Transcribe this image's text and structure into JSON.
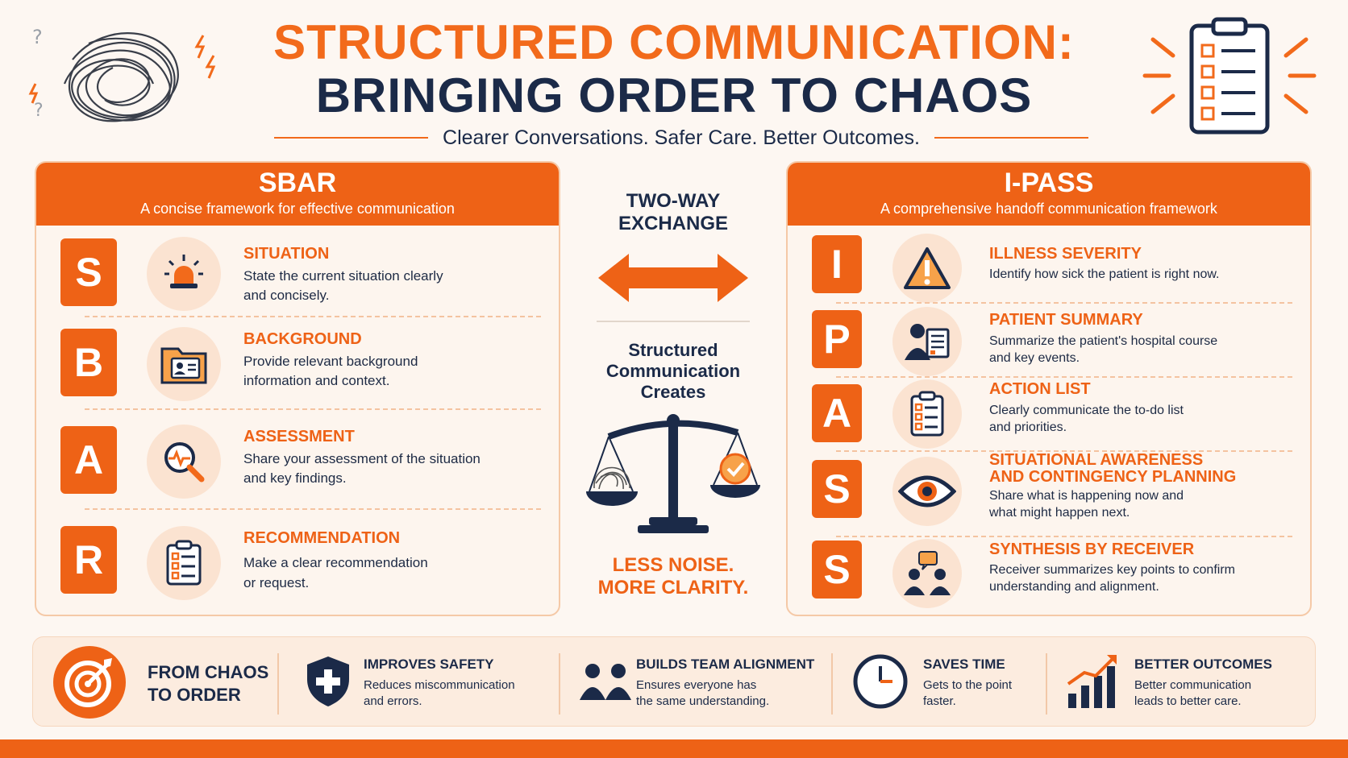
{
  "header": {
    "title_line1": "STRUCTURED COMMUNICATION:",
    "title_line2": "BRINGING ORDER TO CHAOS",
    "subtitle": "Clearer Conversations. Safer Care. Better Outcomes."
  },
  "colors": {
    "accent": "#ee6216",
    "navy": "#1b2a48",
    "background": "#fdf7f2"
  },
  "sbar": {
    "title": "SBAR",
    "subtitle": "A concise framework for effective communication",
    "items": [
      {
        "letter": "S",
        "icon": "siren-icon",
        "title": "SITUATION",
        "desc_line1": "State the current situation clearly",
        "desc_line2": "and concisely."
      },
      {
        "letter": "B",
        "icon": "folder-profile-icon",
        "title": "BACKGROUND",
        "desc_line1": "Provide relevant background",
        "desc_line2": "information and context."
      },
      {
        "letter": "A",
        "icon": "magnifier-pulse-icon",
        "title": "ASSESSMENT",
        "desc_line1": "Share your assessment of the situation",
        "desc_line2": "and key findings."
      },
      {
        "letter": "R",
        "icon": "checklist-icon",
        "title": "RECOMMENDATION",
        "desc_line1": "Make a clear recommendation",
        "desc_line2": "or request."
      }
    ]
  },
  "center": {
    "two_way_line1": "TWO-WAY",
    "two_way_line2": "EXCHANGE",
    "creates_line1": "Structured",
    "creates_line2": "Communication",
    "creates_line3": "Creates",
    "result_line1": "LESS NOISE.",
    "result_line2": "MORE CLARITY."
  },
  "ipass": {
    "title": "I-PASS",
    "subtitle": "A comprehensive handoff communication framework",
    "items": [
      {
        "letter": "I",
        "icon": "warning-icon",
        "title_line1": "ILLNESS SEVERITY",
        "title_line2": "",
        "desc_line1": "Identify how sick the patient is right now.",
        "desc_line2": ""
      },
      {
        "letter": "P",
        "icon": "patient-chart-icon",
        "title_line1": "PATIENT SUMMARY",
        "title_line2": "",
        "desc_line1": "Summarize the patient's hospital course",
        "desc_line2": "and key events."
      },
      {
        "letter": "A",
        "icon": "todo-list-icon",
        "title_line1": "ACTION LIST",
        "title_line2": "",
        "desc_line1": "Clearly communicate the to-do list",
        "desc_line2": "and priorities."
      },
      {
        "letter": "S",
        "icon": "eye-icon",
        "title_line1": "SITUATIONAL AWARENESS",
        "title_line2": "AND CONTINGENCY PLANNING",
        "desc_line1": "Share what is happening now and",
        "desc_line2": "what might happen next."
      },
      {
        "letter": "S",
        "icon": "team-chat-icon",
        "title_line1": "SYNTHESIS BY RECEIVER",
        "title_line2": "",
        "desc_line1": "Receiver summarizes key points to confirm",
        "desc_line2": "understanding and alignment."
      }
    ]
  },
  "benefits": {
    "lead_line1": "FROM CHAOS",
    "lead_line2": "TO ORDER",
    "items": [
      {
        "icon": "shield-cross-icon",
        "title": "IMPROVES SAFETY",
        "desc_line1": "Reduces miscommunication",
        "desc_line2": "and errors."
      },
      {
        "icon": "team-icon",
        "title": "BUILDS TEAM ALIGNMENT",
        "desc_line1": "Ensures everyone has",
        "desc_line2": "the same understanding."
      },
      {
        "icon": "clock-icon",
        "title": "SAVES TIME",
        "desc_line1": "Gets to the point",
        "desc_line2": "faster."
      },
      {
        "icon": "growth-chart-icon",
        "title": "BETTER OUTCOMES",
        "desc_line1": "Better communication",
        "desc_line2": "leads to better care."
      }
    ]
  }
}
